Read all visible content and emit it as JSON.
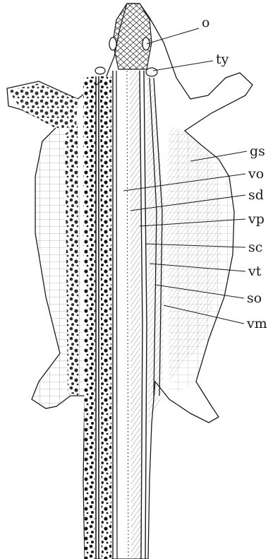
{
  "figure": {
    "labels": [
      {
        "id": "o",
        "text": "o"
      },
      {
        "id": "ty",
        "text": "ty"
      },
      {
        "id": "gs",
        "text": "gs"
      },
      {
        "id": "vo",
        "text": "vo"
      },
      {
        "id": "sd",
        "text": "sd"
      },
      {
        "id": "vp",
        "text": "vp"
      },
      {
        "id": "sc",
        "text": "sc"
      },
      {
        "id": "vt",
        "text": "vt"
      },
      {
        "id": "so",
        "text": "so"
      },
      {
        "id": "vm",
        "text": "vm"
      }
    ],
    "colors": {
      "ink": "#1a1a1a",
      "paper": "#ffffff",
      "pigment": "#141414"
    }
  }
}
